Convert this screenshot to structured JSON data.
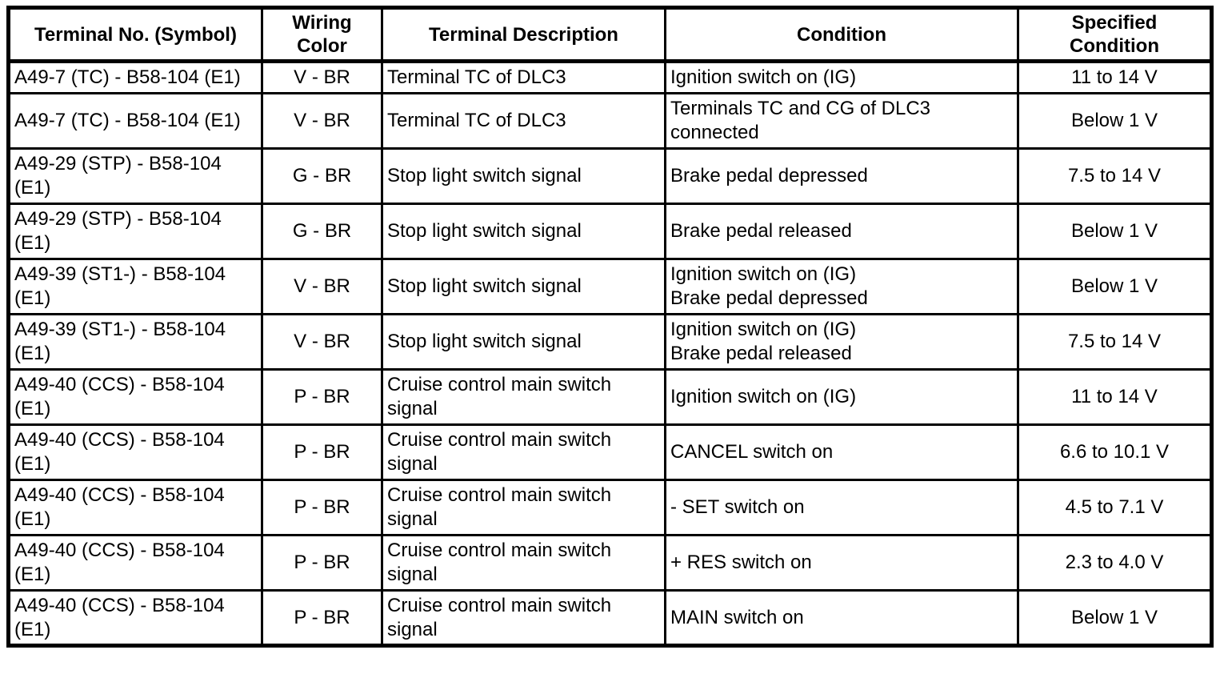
{
  "table": {
    "headers": [
      "Terminal No. (Symbol)",
      "Wiring\nColor",
      "Terminal Description",
      "Condition",
      "Specified\nCondition"
    ],
    "rows": [
      {
        "terminal": "A49-7 (TC) - B58-104 (E1)",
        "wiring_color": "V - BR",
        "description": "Terminal TC of DLC3",
        "condition": "Ignition switch on (IG)",
        "specified_condition": "11 to 14 V"
      },
      {
        "terminal": "A49-7 (TC) - B58-104 (E1)",
        "wiring_color": "V - BR",
        "description": "Terminal TC of DLC3",
        "condition": "Terminals TC and CG of DLC3\nconnected",
        "specified_condition": "Below 1 V"
      },
      {
        "terminal": "A49-29 (STP) - B58-104\n(E1)",
        "wiring_color": "G - BR",
        "description": "Stop light switch signal",
        "condition": "Brake pedal depressed",
        "specified_condition": "7.5 to 14 V"
      },
      {
        "terminal": "A49-29 (STP) - B58-104\n(E1)",
        "wiring_color": "G - BR",
        "description": "Stop light switch signal",
        "condition": "Brake pedal released",
        "specified_condition": "Below 1 V"
      },
      {
        "terminal": "A49-39 (ST1-) - B58-104\n(E1)",
        "wiring_color": "V - BR",
        "description": "Stop light switch signal",
        "condition": "Ignition switch on (IG)\nBrake pedal depressed",
        "specified_condition": "Below 1 V"
      },
      {
        "terminal": "A49-39 (ST1-) - B58-104\n(E1)",
        "wiring_color": "V - BR",
        "description": "Stop light switch signal",
        "condition": "Ignition switch on (IG)\nBrake pedal released",
        "specified_condition": "7.5 to 14 V"
      },
      {
        "terminal": "A49-40 (CCS) - B58-104\n(E1)",
        "wiring_color": "P - BR",
        "description": "Cruise control main switch\nsignal",
        "condition": "Ignition switch on (IG)",
        "specified_condition": "11 to 14 V"
      },
      {
        "terminal": "A49-40 (CCS) - B58-104\n(E1)",
        "wiring_color": "P - BR",
        "description": "Cruise control main switch\nsignal",
        "condition": "CANCEL switch on",
        "specified_condition": "6.6 to 10.1 V"
      },
      {
        "terminal": "A49-40 (CCS) - B58-104\n(E1)",
        "wiring_color": "P - BR",
        "description": "Cruise control main switch\nsignal",
        "condition": "- SET switch on",
        "specified_condition": "4.5 to 7.1 V"
      },
      {
        "terminal": "A49-40 (CCS) - B58-104\n(E1)",
        "wiring_color": "P - BR",
        "description": "Cruise control main switch\nsignal",
        "condition": "+ RES switch on",
        "specified_condition": "2.3 to 4.0 V"
      },
      {
        "terminal": "A49-40 (CCS) - B58-104\n(E1)",
        "wiring_color": "P - BR",
        "description": "Cruise control main switch\nsignal",
        "condition": "MAIN switch on",
        "specified_condition": "Below 1 V"
      }
    ]
  },
  "colors": {
    "border": "#000000",
    "text": "#000000",
    "background": "#ffffff"
  }
}
